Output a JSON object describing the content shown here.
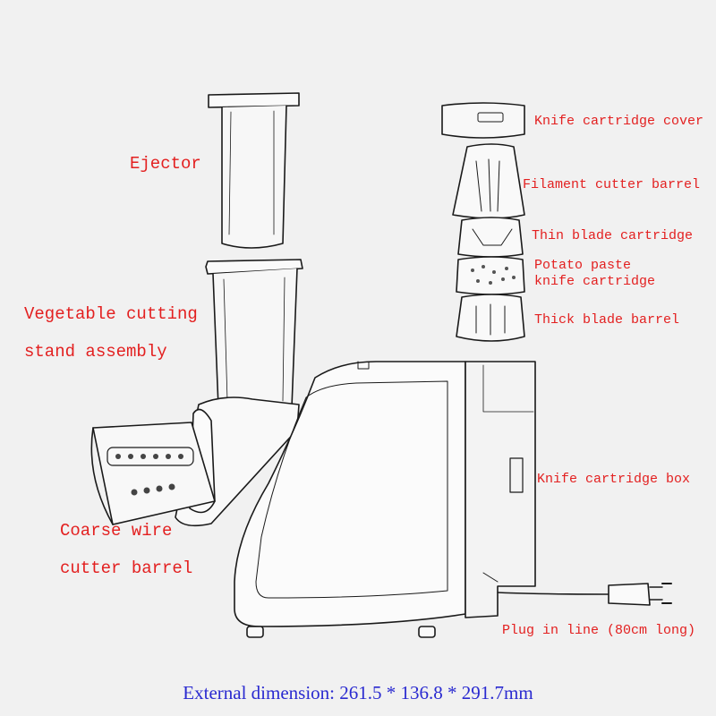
{
  "labels": {
    "ejector": "Ejector",
    "stand_assembly_line1": "Vegetable cutting",
    "stand_assembly_line2": "stand assembly",
    "coarse_wire_line1": "Coarse wire",
    "coarse_wire_line2": "cutter barrel",
    "knife_cartridge_cover": "Knife cartridge cover",
    "filament_cutter_barrel": "Filament cutter barrel",
    "thin_blade_cartridge": "Thin blade cartridge",
    "potato_paste_line1": "Potato paste",
    "potato_paste_line2": "knife cartridge",
    "thick_blade_barrel": "Thick blade barrel",
    "knife_cartridge_box": "Knife cartridge box",
    "plug_in_line": "Plug in line (80cm long)"
  },
  "footer": {
    "dimensions": "External dimension: 261.5 * 136.8 * 291.7mm"
  },
  "colors": {
    "background": "#f1f1f1",
    "label_red": "#e32020",
    "footer_blue": "#2a2ad0",
    "outline": "#1a1a1a"
  }
}
